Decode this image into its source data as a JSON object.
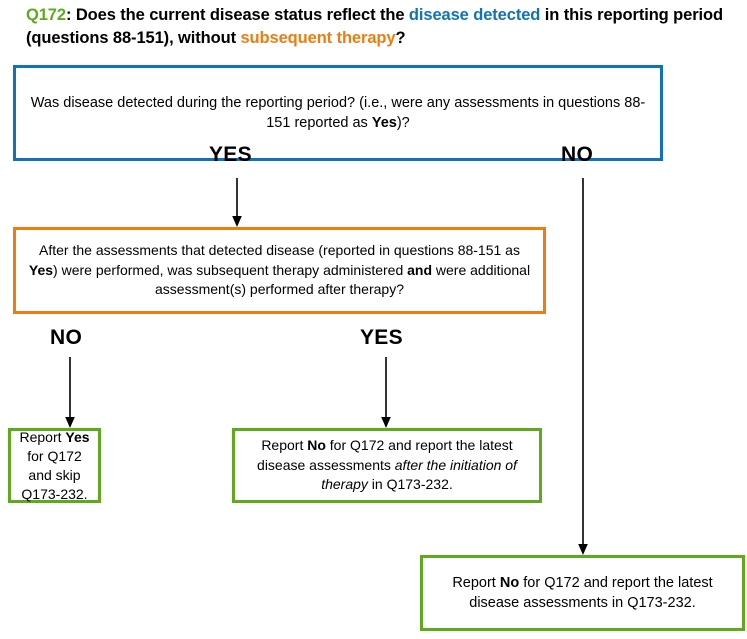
{
  "title": {
    "question_id": "Q172",
    "part1": ": Does the current disease status reflect the ",
    "highlight_blue": "disease detected",
    "part2": " in this reporting period (questions 88-151), without ",
    "highlight_orange": "subsequent therapy",
    "part3": "?"
  },
  "colors": {
    "blue": "#1072B8",
    "orange": "#ED7D10",
    "green": "#5FA91F",
    "text": "#000000",
    "background": "#FFFFFF"
  },
  "nodes": {
    "question_detected": {
      "text_before_bold": "Was disease detected during the reporting period? (i.e., were any assessments in questions 88-151 reported as ",
      "bold": "Yes",
      "text_after_bold": ")?",
      "border_color": "#1072B8"
    },
    "question_therapy": {
      "seg1": "After the assessments that detected disease (reported in questions 88-151 as ",
      "bold1": "Yes",
      "seg2": ") were performed, was subsequent therapy administered ",
      "bold2": "and",
      "seg3": " were additional assessment(s) performed after therapy?",
      "border_color": "#ED7D10"
    },
    "outcome_yes": {
      "seg1": "Report ",
      "bold1": "Yes",
      "seg2": " for Q172 and skip Q173-232.",
      "border_color": "#5FA91F"
    },
    "outcome_after_therapy": {
      "seg1": "Report ",
      "bold1": "No",
      "seg2": " for Q172 and report the latest disease assessments ",
      "italic1": "after the initiation of therapy",
      "seg3": " in Q173-232.",
      "border_color": "#5FA91F"
    },
    "outcome_latest": {
      "seg1": "Report ",
      "bold1": "No",
      "seg2": " for Q172 and report the latest disease assessments in Q173-232.",
      "border_color": "#5FA91F"
    }
  },
  "branches": {
    "yes_detected": "YES",
    "no_detected": "NO",
    "no_therapy": "NO",
    "yes_therapy": "YES"
  }
}
